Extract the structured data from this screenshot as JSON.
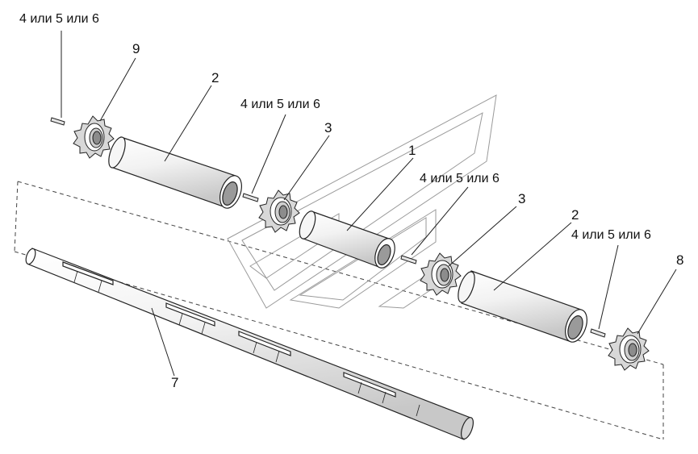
{
  "labels": {
    "callout_a": "4 или 5 или 6",
    "callout_b": "4 или 5 или 6",
    "callout_c": "4 или 5 или 6",
    "callout_d": "4 или 5 или 6",
    "part_9": "9",
    "part_2_left": "2",
    "part_3_left": "3",
    "part_1": "1",
    "part_3_right": "3",
    "part_2_right": "2",
    "part_8": "8",
    "part_7": "7"
  },
  "colors": {
    "stroke": "#222222",
    "light_stroke": "#888888",
    "fill": "#ffffff",
    "shade": "#bdbdbd",
    "dark_shade": "#6e6e6e"
  }
}
